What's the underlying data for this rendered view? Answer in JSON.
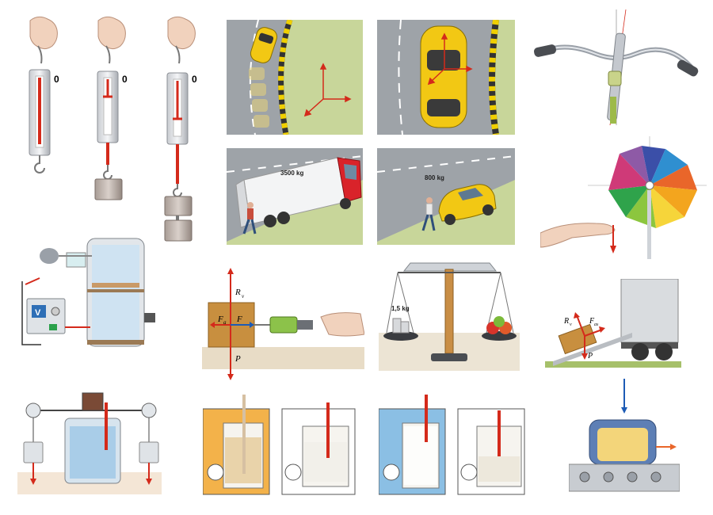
{
  "spring_scales": {
    "zero_mark": "0"
  },
  "truck": {
    "mass": "3500 kg"
  },
  "small_car": {
    "mass": "800 kg"
  },
  "balance": {
    "left_mass": "1,5 kg"
  },
  "block_forces": {
    "normal": "R",
    "normal_sub": "v",
    "friction": "F",
    "friction_sub": "a",
    "applied": "F",
    "weight": "P"
  },
  "ramp_forces": {
    "normal": "R",
    "normal_sub": "v",
    "friction": "F",
    "friction_sub": "as",
    "weight": "P"
  },
  "voltmeter": {
    "symbol": "V"
  },
  "colors": {
    "force_red": "#d42a1b",
    "force_blue": "#1d5bb5",
    "road_grey": "#9ea3a8",
    "grass": "#b6cf7c"
  }
}
